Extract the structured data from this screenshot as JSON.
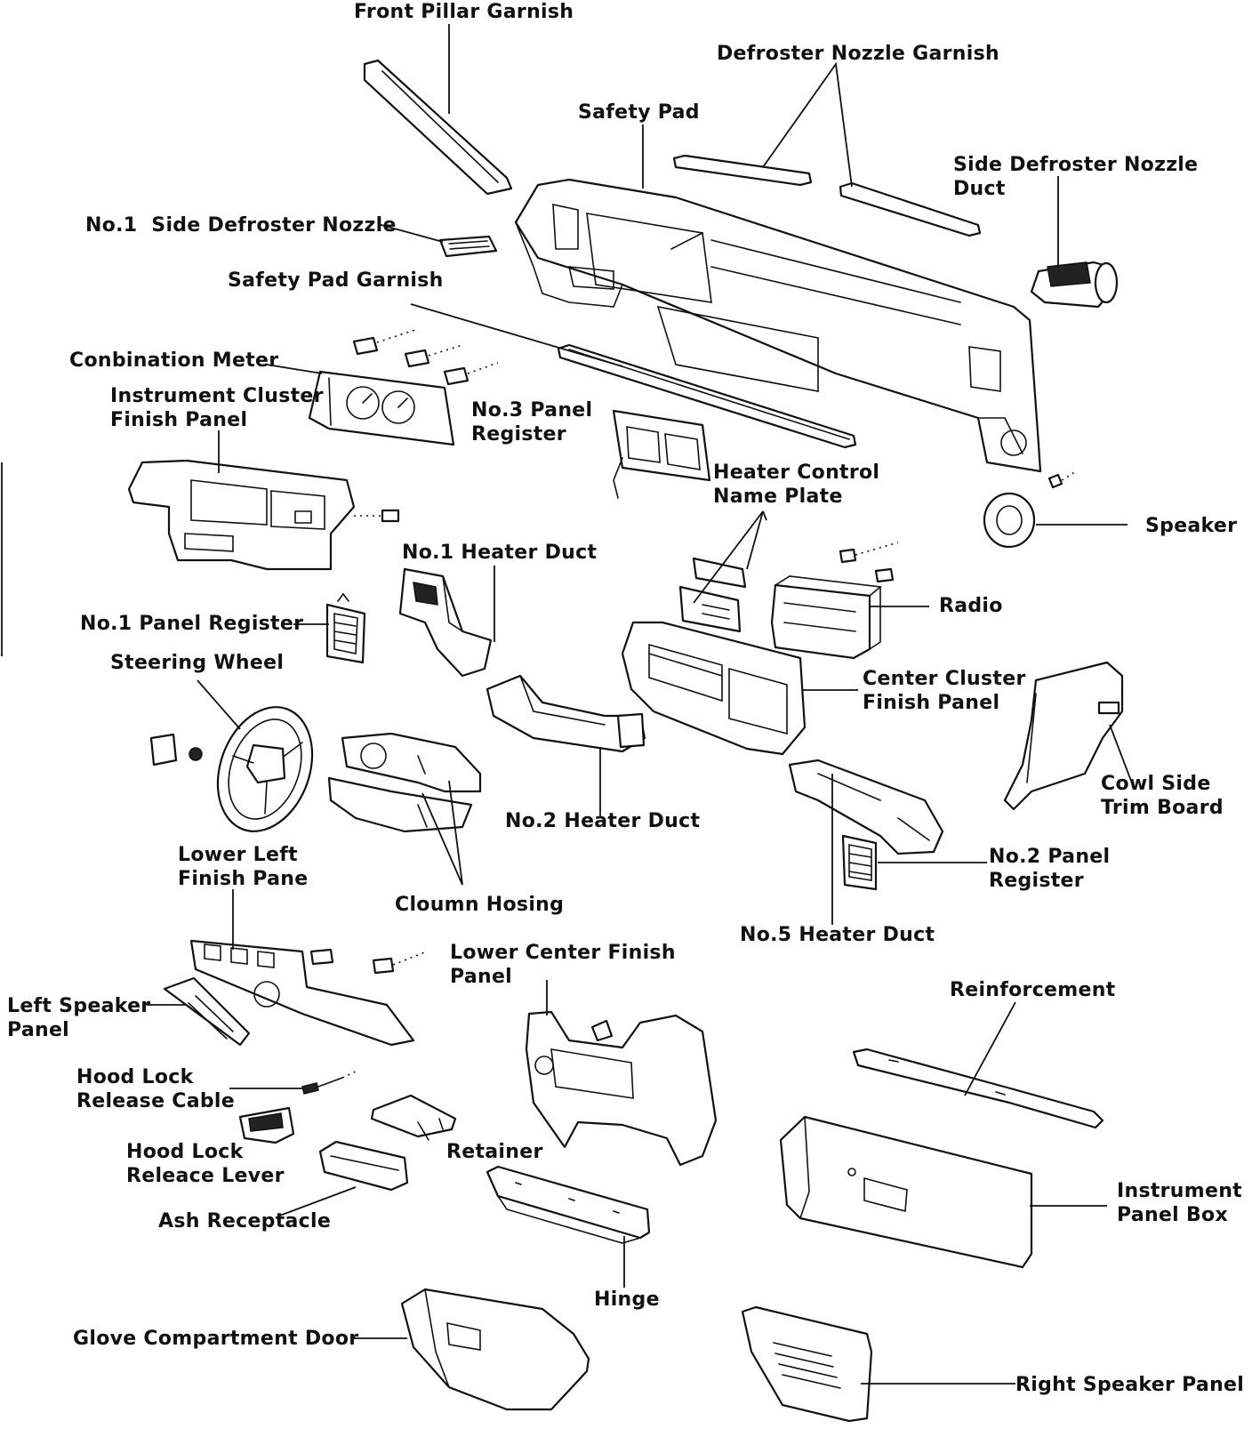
{
  "labels": {
    "front_pillar_garnish": "Front Pillar Garnish",
    "defroster_nozzle_garnish": "Defroster Nozzle Garnish",
    "safety_pad": "Safety Pad",
    "side_defroster_nozzle_duct": "Side Defroster Nozzle\nDuct",
    "no1_side_defroster_nozzle": "No.1  Side Defroster Nozzle",
    "safety_pad_garnish": "Safety Pad Garnish",
    "combination_meter": "Conbination Meter",
    "instrument_cluster_finish_panel": "Instrument Cluster\nFinish Panel",
    "no3_panel_register": "No.3 Panel\nRegister",
    "heater_control_name_plate": "Heater Control\nName Plate",
    "speaker": "Speaker",
    "no1_heater_duct": "No.1 Heater Duct",
    "radio": "Radio",
    "no1_panel_register": "No.1 Panel Register",
    "steering_wheel": "Steering Wheel",
    "center_cluster_finish_panel": "Center Cluster\nFinish Panel",
    "cowl_side_trim_board": "Cowl Side\nTrim Board",
    "no2_heater_duct": "No.2 Heater Duct",
    "lower_left_finish_pane": "Lower Left\nFinish Pane",
    "cloumn_hosing": "Cloumn Hosing",
    "no2_panel_register": "No.2 Panel\nRegister",
    "no5_heater_duct": "No.5 Heater Duct",
    "lower_center_finish_panel": "Lower Center Finish\nPanel",
    "reinforcement": "Reinforcement",
    "left_speaker_panel": "Left Speaker\nPanel",
    "hood_lock_release_cable": "Hood Lock\nRelease Cable",
    "hood_lock_release_lever": "Hood Lock\nReleace Lever",
    "retainer": "Retainer",
    "ash_receptacle": "Ash Receptacle",
    "instrument_panel_box": "Instrument\nPanel Box",
    "hinge": "Hinge",
    "glove_compartment_door": "Glove Compartment Door",
    "right_speaker_panel": "Right Speaker Panel"
  }
}
